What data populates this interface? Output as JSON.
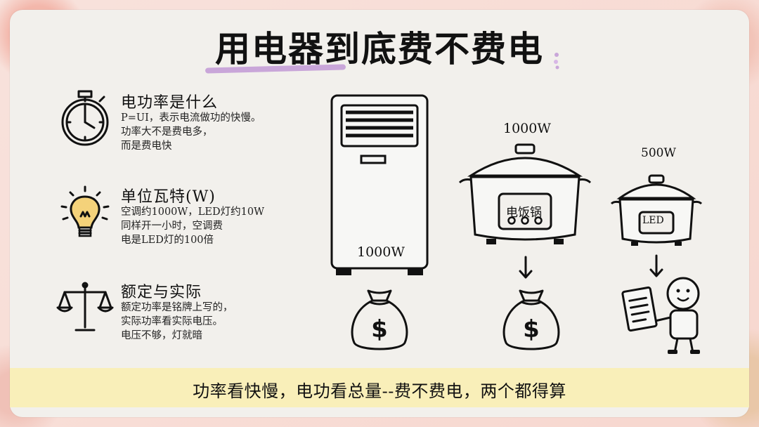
{
  "title": "用电器到底费不费电",
  "items": [
    {
      "heading": "电功率是什么",
      "lines": [
        "P=UI，表示电流做功的快慢。",
        "功率大不是费电多，",
        "而是费电快"
      ],
      "icon": "stopwatch-icon"
    },
    {
      "heading": "单位瓦特(W)",
      "lines": [
        "空调约1000W，LED灯约10W",
        "同样开一小时，空调费",
        "电是LED灯的100倍"
      ],
      "icon": "lightbulb-icon"
    },
    {
      "heading": "额定与实际",
      "lines": [
        "额定功率是铭牌上写的，",
        "实际功率看实际电压。",
        "电压不够，灯就暗"
      ],
      "icon": "balance-scale-icon"
    }
  ],
  "appliances": {
    "ac_label": "1000W",
    "cooker_power": "1000W",
    "cooker_text": "电饭锅",
    "small_power": "500W",
    "small_text": "LED"
  },
  "footer": "功率看快慢，电功看总量--费不费电，两个都得算",
  "colors": {
    "card": "#f2f0ec",
    "footer_band": "#f9efb9",
    "title_underline": "#c9a6d9",
    "bulb_fill": "#f4d27a"
  }
}
